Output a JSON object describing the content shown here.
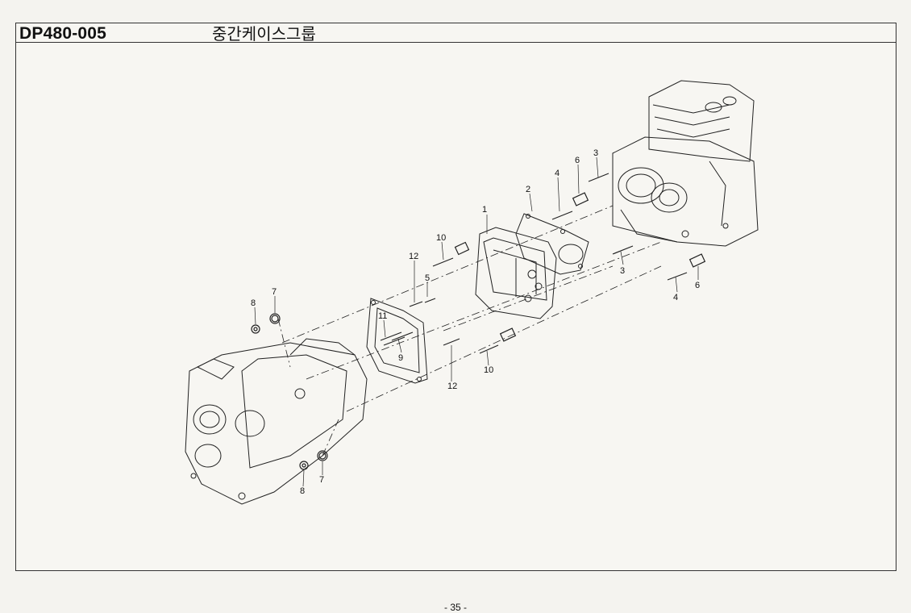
{
  "header": {
    "code": "DP480-005",
    "title": "중간케이스그룹"
  },
  "callouts": [
    "1",
    "2",
    "3",
    "3",
    "4",
    "4",
    "5",
    "6",
    "6",
    "7",
    "7",
    "8",
    "8",
    "9",
    "10",
    "10",
    "11",
    "12",
    "12"
  ],
  "footer": {
    "page_number": "- 35 -"
  }
}
